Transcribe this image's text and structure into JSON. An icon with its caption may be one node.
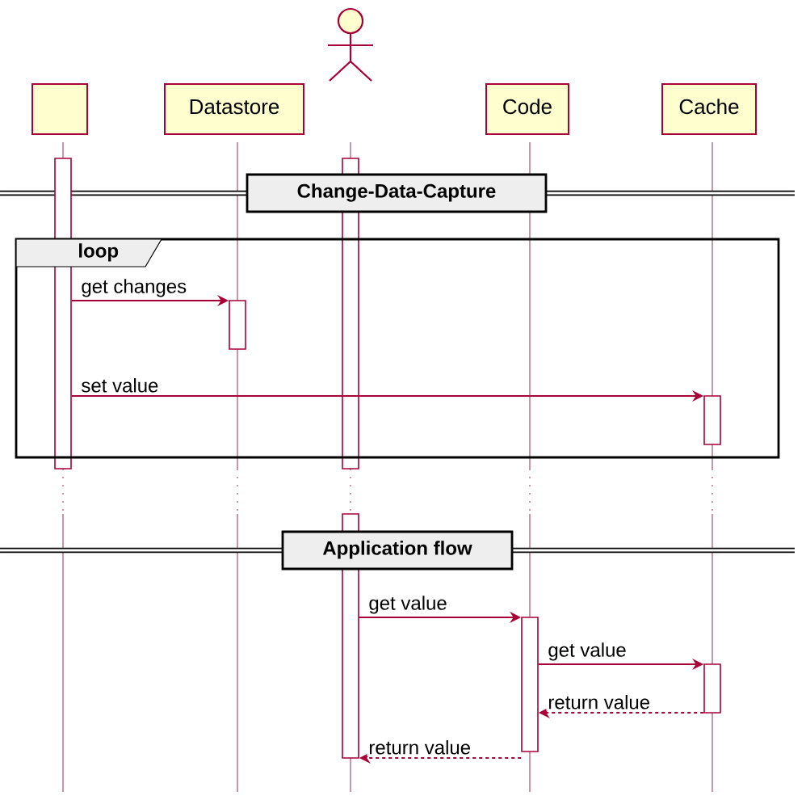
{
  "diagram": {
    "nodes": [
      {
        "text": [],
        "shape": "box"
      },
      {
        "text": [
          "Datastore"
        ]
      },
      {
        "text": [],
        "shape": "person"
      },
      {
        "text": [
          "Code"
        ]
      },
      {
        "text": [
          "Cache"
        ]
      },
      {
        "text": [
          "Change-Data-Capture"
        ]
      },
      {
        "text": [
          "loop"
        ]
      },
      {
        "text": [],
        "shape": "bar"
      },
      {
        "text": [],
        "shape": "bar"
      },
      {
        "text": [],
        "shape": "bar",
        "in": 6
      },
      {
        "text": [],
        "shape": "bar",
        "in": 6
      },
      {
        "text": [
          "Application flow"
        ]
      },
      {
        "text": [],
        "shape": "bar"
      },
      {
        "text": [],
        "shape": "bar"
      },
      {
        "text": [],
        "shape": "bar"
      }
    ],
    "edges": [
      {
        "from": 7,
        "to": 9,
        "arrow": "to",
        "label": "get changes"
      },
      {
        "from": 7,
        "to": 10,
        "arrow": "to",
        "label": "set value"
      },
      {
        "from": 12,
        "to": 13,
        "arrow": "to",
        "label": "get value"
      },
      {
        "from": 13,
        "to": 14,
        "arrow": "to",
        "label": "get value"
      },
      {
        "from": 14,
        "to": 13,
        "arrow": "to",
        "label": "return value",
        "style": "dashed"
      },
      {
        "from": 13,
        "to": 12,
        "arrow": "to",
        "label": "return value",
        "style": "dashed"
      }
    ]
  }
}
